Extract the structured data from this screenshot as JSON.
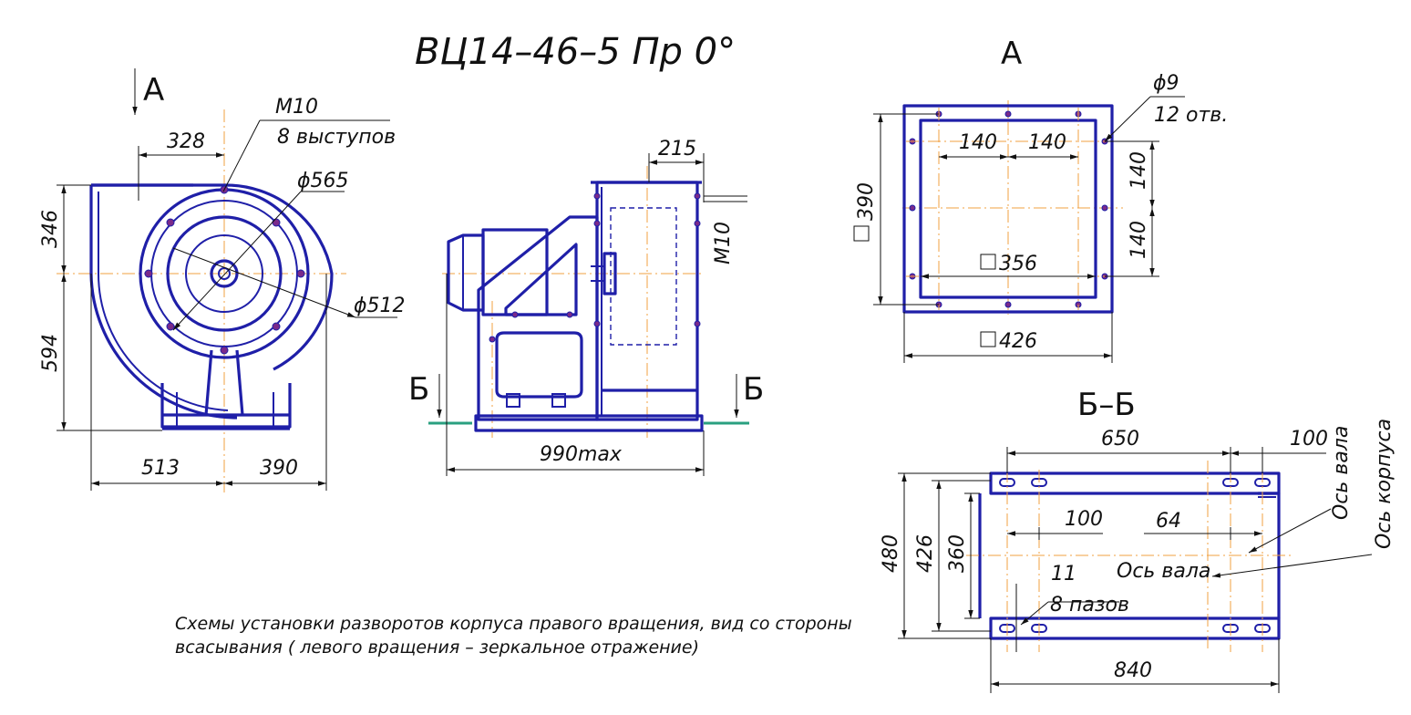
{
  "title": "ВЦ14–46–5 Пр 0°",
  "view_a_label": "А",
  "view_b_label": "Б",
  "section_bb_title": "Б–Б",
  "side_view": {
    "thread_label": "M10",
    "protrusions_label": "8 выступов",
    "dim_328": "328",
    "dim_565": "ϕ565",
    "dim_512": "ϕ512",
    "dim_346": "346",
    "dim_594": "594",
    "dim_513": "513",
    "dim_390": "390"
  },
  "front_view": {
    "dim_215": "215",
    "thread_label": "M10",
    "dim_990": "990max"
  },
  "view_a": {
    "hole_dia": "ϕ9",
    "holes_count": "12 отв.",
    "dim_140_a": "140",
    "dim_140_b": "140",
    "dim_140_c": "140",
    "dim_140_d": "140",
    "dim_390": "390",
    "dim_356": "356",
    "dim_426": "426"
  },
  "section_bb": {
    "dim_650": "650",
    "dim_100_top": "100",
    "dim_100_mid": "100",
    "dim_64": "64",
    "dim_480": "480",
    "dim_426": "426",
    "dim_360": "360",
    "dim_11": "11",
    "slots_label": "8 пазов",
    "shaft_axis_inner": "Ось вала",
    "shaft_axis_outer": "Ось вала",
    "body_axis": "Ось корпуса",
    "dim_840": "840"
  },
  "note_line1": "Схемы установки разворотов корпуса правого вращения, вид со стороны",
  "note_line2": "всасывания ( левого вращения – зеркальное отражение)",
  "colors": {
    "ink": "#1f1fa8",
    "axis": "#f0a040",
    "hole": "#7a2a8a",
    "ground": "#2aa080"
  }
}
